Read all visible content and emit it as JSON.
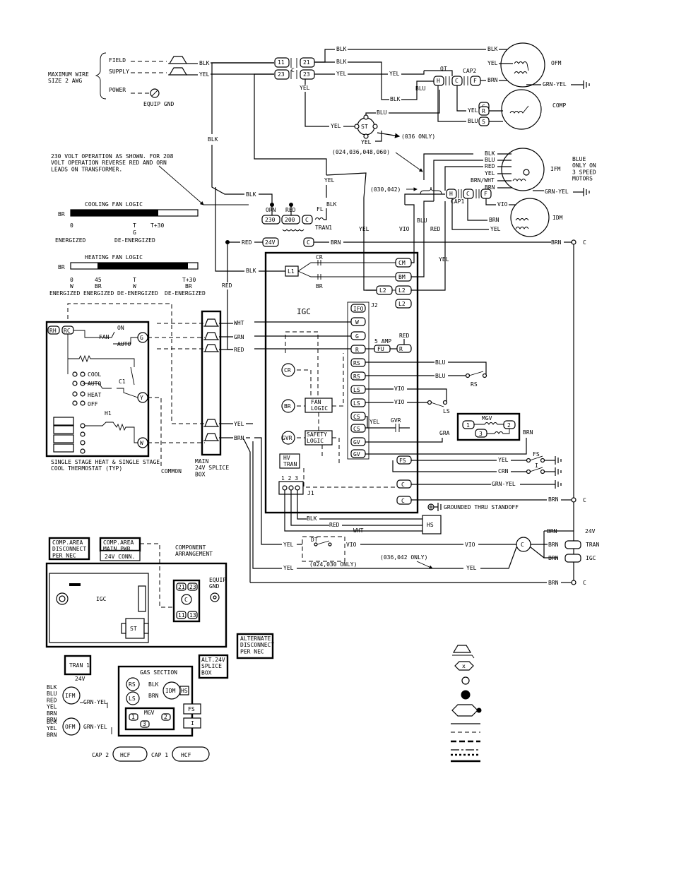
{
  "supply": {
    "max_wire_label": "MAXIMUM WIRE\nSIZE 2 AWG",
    "field": "FIELD",
    "supply": "SUPPLY",
    "power": "POWER",
    "equip_gnd": "EQUIP GND",
    "c": "C"
  },
  "wires": {
    "blk": "BLK",
    "yel": "YEL",
    "blu": "BLU",
    "red": "RED",
    "orn": "ORN",
    "brn": "BRN",
    "vio": "VIO",
    "wht": "WHT",
    "grn": "GRN",
    "gra": "GRA",
    "grn_yel": "GRN-YEL",
    "brn_wht": "BRN/WHT",
    "crn": "CRN"
  },
  "terminals": {
    "t11": "11",
    "t21": "21",
    "t23": "23",
    "t23b": "23"
  },
  "components": {
    "ofm": "OFM",
    "comp": "COMP",
    "ifm": "IFM",
    "idm": "IDM",
    "st": "ST",
    "qt": "QT",
    "cap2": "CAP2",
    "cap1": "CAP1",
    "tran1": "TRAN1",
    "fl": "FL",
    "igc": "IGC",
    "j1": "J1",
    "j2": "J2",
    "hs": "HS",
    "dt": "DT",
    "rs": "RS",
    "ls": "LS",
    "mgv": "MGV",
    "fs": "FS",
    "i": "I",
    "cr": "CR",
    "br": "BR",
    "gvr": "GVR",
    "fan_logic": "FAN\nLOGIC",
    "safety_logic": "SAFETY\nLOGIC",
    "hv_tran": "HV\nTRAN",
    "amp5": "5 AMP",
    "fu": "FU",
    "l1": "L1",
    "l2": "L2",
    "v24": "24V",
    "v230": "230",
    "v200": "200",
    "c": "C",
    "h": "H",
    "f": "F",
    "r": "R",
    "s": "S",
    "j1_pins": "1 2 3",
    "mgv_1": "1",
    "mgv_2": "2",
    "mgv_3": "3"
  },
  "notes": {
    "only036": "(036 ONLY)",
    "models_a": "(024,036,048,060)",
    "models_b": "(030,042)",
    "blue_note": "BLUE\nONLY ON\n3 SPEED\nMOTORS",
    "voltage_note": "230 VOLT OPERATION AS SHOWN. FOR 208\nVOLT OPERATION REVERSE RED AND ORN\nLEADS ON TRANSFORMER.",
    "grounded": "GROUNDED THRU STANDOFF",
    "only024030": "(024,030 ONLY)",
    "only036042": "(036,042 ONLY)",
    "v24": "24V",
    "tran": "TRAN",
    "igc": "IGC",
    "c": "C"
  },
  "cooling_logic": {
    "title": "COOLING FAN LOGIC",
    "br": "BR",
    "ticks": [
      "0",
      "T",
      "T+30"
    ],
    "sub": [
      "",
      "G",
      ""
    ],
    "states": [
      "ENERGIZED",
      "DE-ENERGIZED"
    ]
  },
  "heating_logic": {
    "title": "HEATING FAN LOGIC",
    "br": "BR",
    "ticks": [
      "0",
      "45",
      "T",
      "T+30"
    ],
    "sub": [
      "W",
      "BR",
      "W",
      "BR"
    ],
    "states": [
      "ENERGIZED",
      "ENERGIZED",
      "DE-ENERGIZED",
      "DE-ENERGIZED"
    ]
  },
  "igc_terminals": [
    "IFO",
    "W",
    "G",
    "R",
    "RS",
    "RS",
    "LS",
    "LS",
    "CS",
    "CS",
    "GV",
    "GV",
    "FS",
    "C",
    "C"
  ],
  "igc_left_terms": [
    "CM",
    "BM",
    "L2",
    "L2",
    "L2"
  ],
  "thermostat": {
    "rh": "RH",
    "rc": "RC",
    "on": "ON",
    "fan": "FAN",
    "auto": "AUTO",
    "g": "G",
    "cool": "COOL",
    "heat": "HEAT",
    "off": "OFF",
    "c1": "C1",
    "h1": "H1",
    "y": "Y",
    "w": "W",
    "caption": "SINGLE STAGE HEAT & SINGLE STAGE\nCOOL THERMOSTAT (TYP)",
    "common": "COMMON",
    "splice": "MAIN\n24V SPLICE\nBOX"
  },
  "arrangement": {
    "comp_disc": "COMP.AREA\nDISCONNECT\nPER NEC",
    "comp_main": "COMP.AREA\nMAIN PWR.",
    "conn24": "24V CONN.",
    "title": "COMPONENT\nARRANGEMENT",
    "igc": "IGC",
    "st": "ST",
    "equip_gnd": "EQUIP\nGND",
    "alt_disc": "ALTERNATE\nDISCONNECT\nPER NEC",
    "alt_splice": "ALT.24V\nSPLICE\nBOX",
    "tran1": "TRAN 1",
    "v24": "24V",
    "gas": "GAS SECTION",
    "rs": "RS",
    "ls": "LS",
    "idm": "IDM",
    "hs": "HS",
    "mgv": "MGV",
    "fs": "FS",
    "i": "I",
    "ifm": "IFM",
    "ofm": "OFM",
    "ifm_leads": "BLK\nBLU\nRED\nYEL\nBRN\nBRN",
    "ofm_leads": "BLK\nYEL\nBRN",
    "grn_yel": "GRN-YEL",
    "blk": "BLK",
    "brn": "BRN",
    "t21": "21",
    "t23": "23",
    "t11": "11",
    "t13": "13",
    "c": "C",
    "cap2": "CAP 2",
    "cap1": "CAP 1",
    "hcf": "HCF",
    "mgv_1": "1",
    "mgv_2": "2",
    "mgv_3": "3"
  },
  "legend_symbols": [
    "connector",
    "splice",
    "terminal-unmarked",
    "terminal-marked",
    "splice-marked",
    "factory-wiring",
    "field-control-wiring",
    "field-power-wiring",
    "accessory-wiring",
    "option-wiring",
    "heavy-wiring"
  ]
}
